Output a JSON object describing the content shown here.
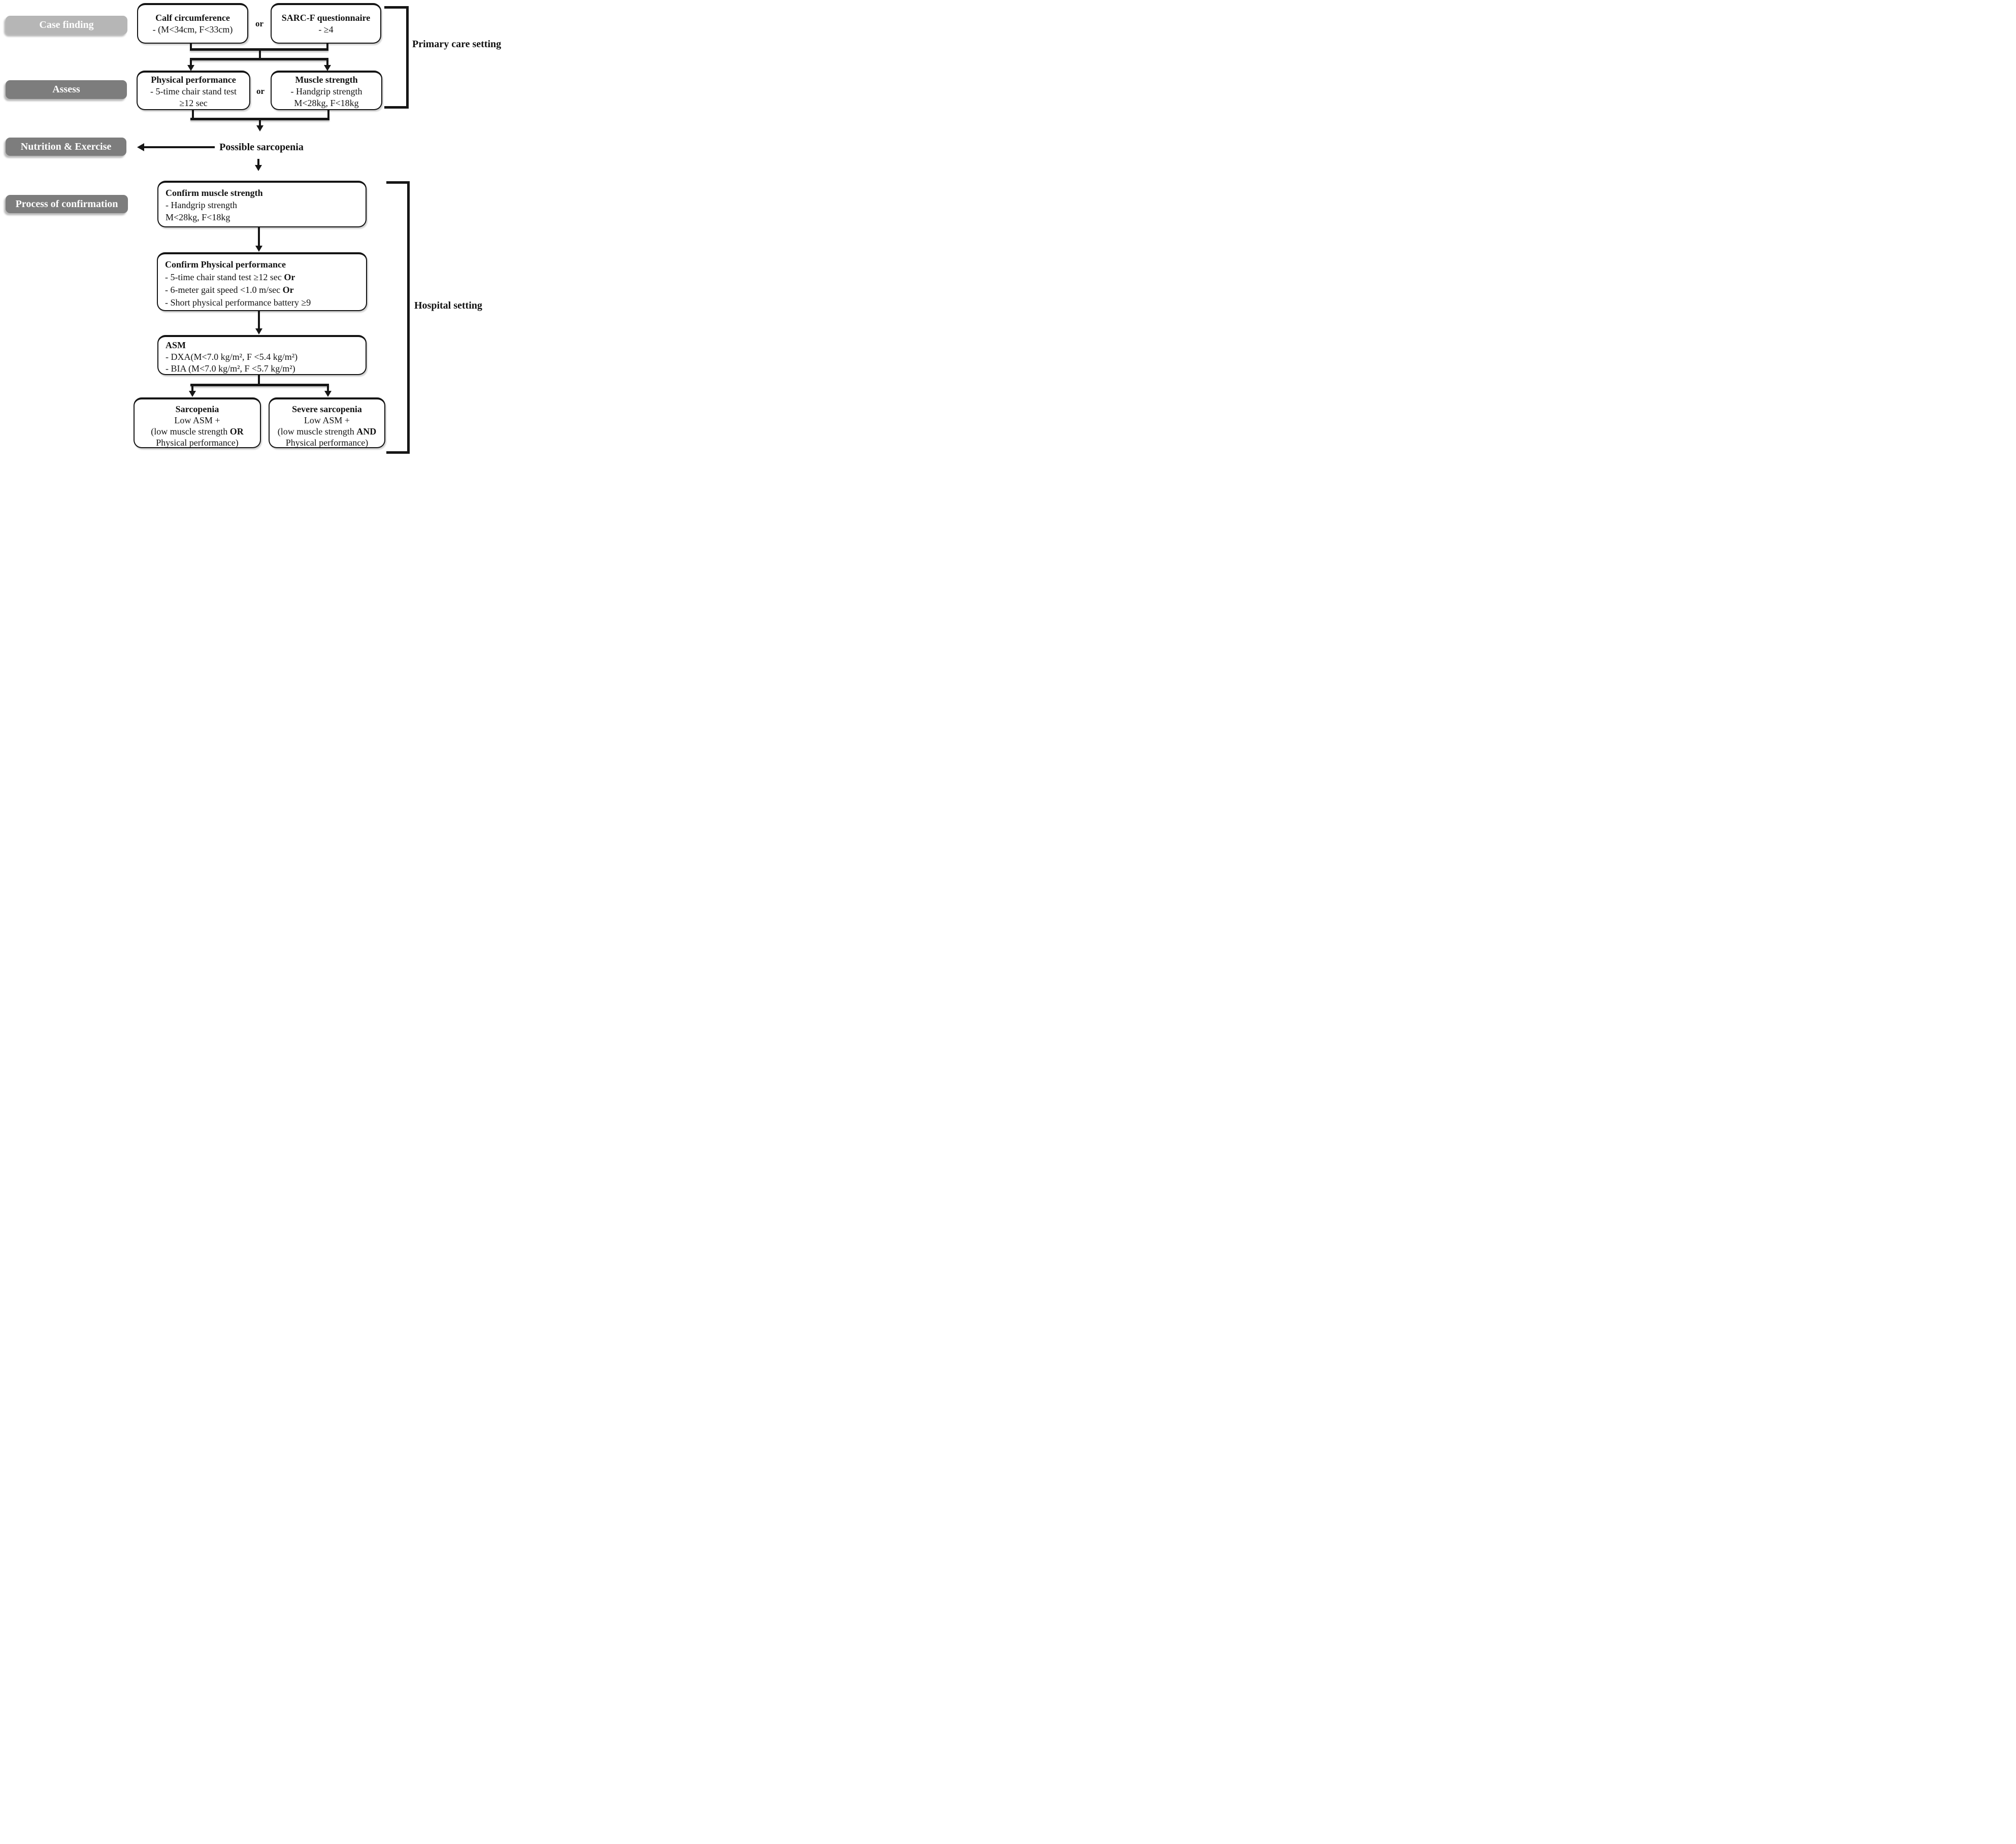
{
  "colors": {
    "background": "#ffffff",
    "line": "#161616",
    "label_light_gray": "#b6b6b6",
    "label_dark_gray": "#7d7d7d",
    "label_text": "#ffffff",
    "box_border": "#141414"
  },
  "side_labels": {
    "case_finding": "Case finding",
    "assess": "Assess",
    "nutrition_exercise": "Nutrition & Exercise",
    "process_of_confirmation": "Process of confirmation"
  },
  "settings": {
    "primary_care": "Primary care setting",
    "hospital": "Hospital setting"
  },
  "connectors": {
    "or_top": "or",
    "or_assess": "or",
    "possible_sarcopenia": "Possible sarcopenia"
  },
  "boxes": {
    "calf_circumference": {
      "title": "Calf circumference",
      "line1": "- (M<34cm, F<33cm)"
    },
    "sarc_f": {
      "title": "SARC-F questionnaire",
      "line1": "- ≥4"
    },
    "physical_performance": {
      "title": "Physical performance",
      "line1": "- 5-time chair stand test",
      "line2": "≥12 sec"
    },
    "muscle_strength": {
      "title": "Muscle strength",
      "line1": "- Handgrip strength",
      "line2": "M<28kg, F<18kg"
    },
    "confirm_muscle_strength": {
      "title": "Confirm muscle strength",
      "line1": "- Handgrip strength",
      "line2": "M<28kg, F<18kg"
    },
    "confirm_physical_performance": {
      "title": "Confirm Physical performance",
      "line1": "- 5-time chair stand test ≥12 sec   ",
      "line1_bold": "Or",
      "line2": "- 6-meter gait speed <1.0 m/sec  ",
      "line2_bold": "Or",
      "line3": "- Short physical performance battery ≥9"
    },
    "asm": {
      "title": "ASM",
      "line1": "- DXA(M<7.0 kg/m², F <5.4 kg/m²)",
      "line2": "- BIA (M<7.0 kg/m², F <5.7 kg/m²)"
    },
    "sarcopenia": {
      "title": "Sarcopenia",
      "line1": "Low ASM +",
      "line2": "(low muscle strength ",
      "line2_bold": "OR",
      "line3": "Physical performance)"
    },
    "severe_sarcopenia": {
      "title": "Severe sarcopenia",
      "line1": "Low ASM +",
      "line2": "(low muscle strength ",
      "line2_bold": "AND",
      "line3": "Physical performance)"
    }
  }
}
